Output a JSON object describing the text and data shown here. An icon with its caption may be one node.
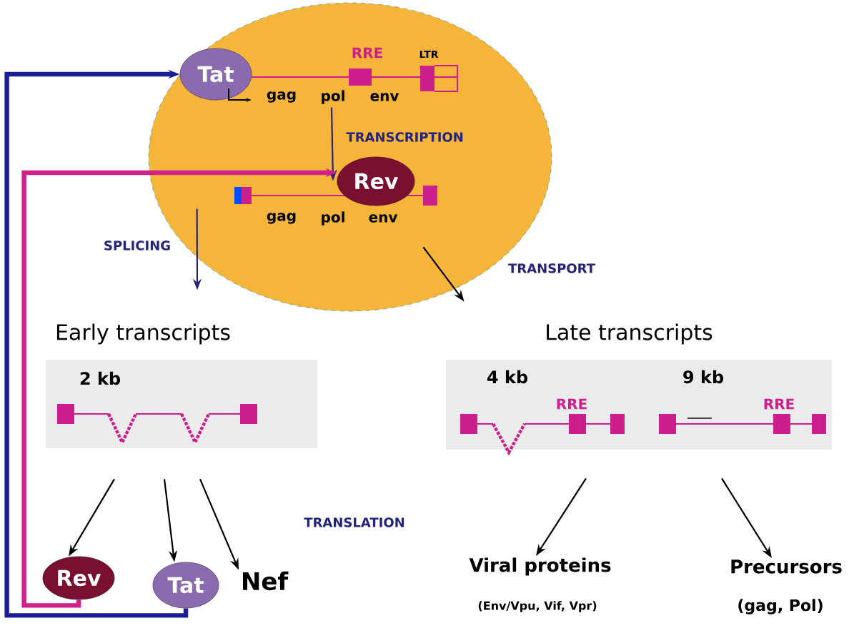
{
  "diagram": {
    "nodes": [
      {
        "text": [],
        "shape": "ellipse"
      },
      {
        "text": [
          "Tat"
        ],
        "in": 0
      },
      {
        "text": [
          "RRE",
          "LTR",
          "gag",
          "pol",
          "env"
        ],
        "in": 0
      },
      {
        "text": [
          "Rev"
        ],
        "in": 0
      },
      {
        "text": [
          "gag",
          "pol",
          "env"
        ],
        "in": 0
      },
      {
        "text": [
          "Early transcripts",
          "2 kb"
        ]
      },
      {
        "text": [
          "Late transcripts"
        ]
      },
      {
        "text": [
          "4 kb",
          "RRE"
        ],
        "in": 6
      },
      {
        "text": [
          "9 kb",
          "RRE"
        ],
        "in": 6
      },
      {
        "text": [
          "Rev"
        ]
      },
      {
        "text": [
          "Tat"
        ]
      },
      {
        "text": [
          "Nef"
        ]
      },
      {
        "text": [
          "Viral proteins"
        ],
        "beside": [
          "(Env/Vpu, Vif, Vpr)"
        ]
      },
      {
        "text": [
          "Precursors"
        ],
        "beside": [
          "(gag, Pol)"
        ]
      }
    ],
    "edges": [
      {
        "from": 2,
        "to": 4,
        "arrow": "to",
        "label": "TRANSCRIPTION",
        "color": "#24247a"
      },
      {
        "from": 4,
        "to": 5,
        "arrow": "to",
        "label": "SPLICING",
        "color": "#24247a"
      },
      {
        "from": 4,
        "to": 6,
        "arrow": "to",
        "label": "TRANSPORT"
      },
      {
        "from": 5,
        "to": 9,
        "arrow": "to"
      },
      {
        "from": 5,
        "to": 10,
        "arrow": "to"
      },
      {
        "from": 5,
        "to": 11,
        "arrow": "to"
      },
      {
        "from": 7,
        "to": 12,
        "arrow": "to"
      },
      {
        "from": 8,
        "to": 13,
        "arrow": "to"
      },
      {
        "from": 10,
        "to": 1,
        "arrow": "to",
        "style": "thick",
        "color": "#1c1c96"
      },
      {
        "from": 9,
        "to": 3,
        "arrow": "to",
        "style": "thick",
        "color": "#d0208a"
      }
    ],
    "labels": [
      "TRANSLATION"
    ]
  }
}
